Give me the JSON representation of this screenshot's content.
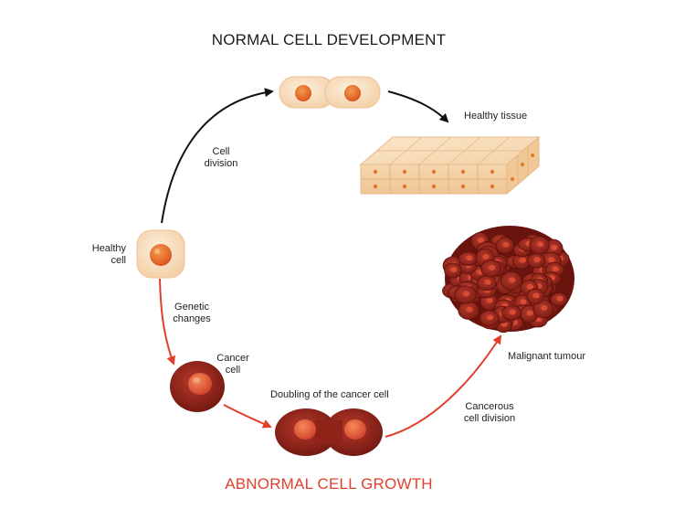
{
  "titles": {
    "normal": "NORMAL CELL DEVELOPMENT",
    "abnormal": "ABNORMAL CELL GROWTH"
  },
  "labels": {
    "healthy_cell": [
      "Healthy",
      "cell"
    ],
    "cell_division": [
      "Cell",
      "division"
    ],
    "healthy_tissue": "Healthy tissue",
    "genetic_changes": [
      "Genetic",
      "changes"
    ],
    "cancer_cell": [
      "Cancer",
      "cell"
    ],
    "doubling": "Doubling of the cancer cell",
    "cancerous_division": [
      "Cancerous",
      "cell division"
    ],
    "malignant_tumour": "Malignant tumour"
  },
  "colors": {
    "normal_arrow": "#111111",
    "abnormal_arrow": "#e2402d",
    "abnormal_title": "#e2402d",
    "healthy_cell_body": "#f8d9b8",
    "healthy_nucleus": "#e8681e",
    "cancer_cell_body": "#8e2318",
    "cancer_nucleus": "#e2562f"
  }
}
